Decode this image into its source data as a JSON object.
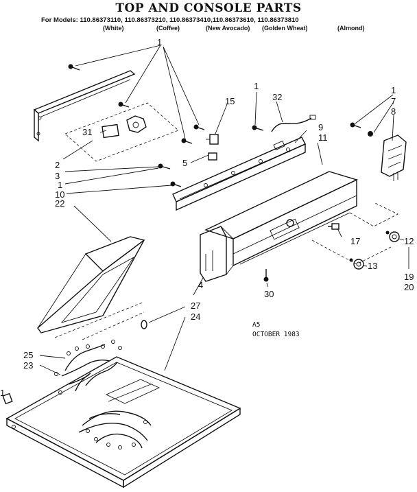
{
  "header": {
    "title": "TOP AND CONSOLE PARTS",
    "models_line": "For Models: 110.86373110, 110.86373210, 110.86373410,110.86373610, 110.86373810",
    "colors": [
      "(White)",
      "(Coffee)",
      "(New Avocado)",
      "(Golden Wheat)",
      "(Almond)"
    ]
  },
  "stamp": {
    "code": "A5",
    "date": "OCTOBER 1983"
  },
  "callouts": {
    "c1a": "1",
    "c1b": "1",
    "c32": "32",
    "c1c": "1",
    "c7": "7",
    "c8": "8",
    "c15": "15",
    "c9": "9",
    "c11": "11",
    "c31": "31",
    "c5": "5",
    "c2": "2",
    "c3": "3",
    "c1d": "1",
    "c10": "10",
    "c22": "22",
    "c17": "17",
    "c12": "12",
    "c13": "13",
    "c19": "19",
    "c20": "20",
    "c30": "30",
    "c4": "4",
    "c27": "27",
    "c24": "24",
    "c25": "25",
    "c23": "23",
    "c1e": "1"
  }
}
